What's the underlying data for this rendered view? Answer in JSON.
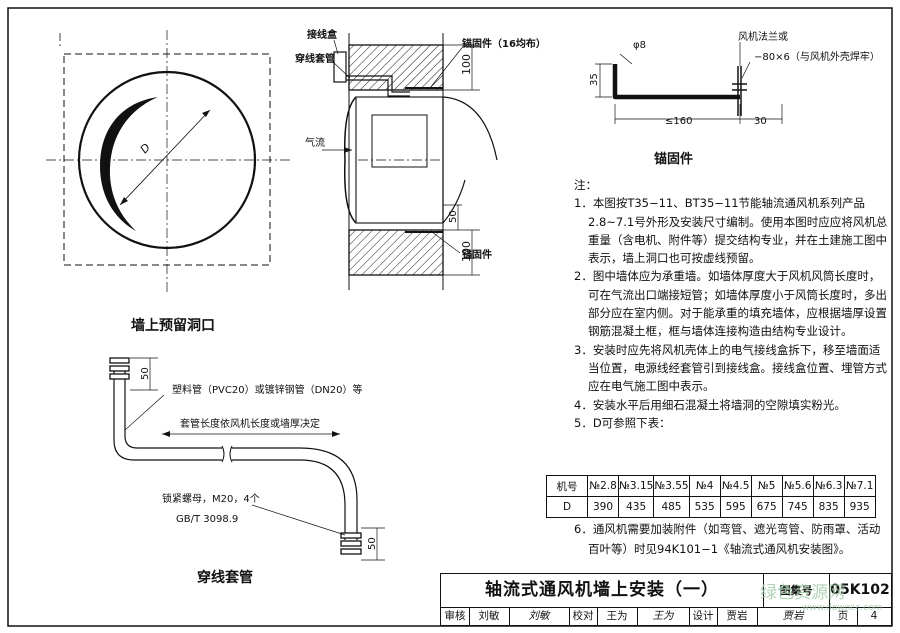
{
  "labels": {
    "opening_title": "墙上预留洞口",
    "conduit_title": "穿线套管",
    "anchor_title": "锚固件",
    "junction_box": "接线盒",
    "threading_sleeve": "穿线套管",
    "anchor_part_16": "锚固件（16均布）",
    "airflow": "气流",
    "anchor_part": "锚固件",
    "diameter_label": "D",
    "dim_100a": "100",
    "dim_100b": "100",
    "dim_50a": "50",
    "dim_phi8": "φ8",
    "dim_35": "35",
    "dim_160": "≤160",
    "dim_30": "30",
    "fan_flange": "风机法兰或",
    "flat_steel": "−80×6（与风机外壳焊牢）",
    "pipe_note": "塑料管（PVC20）或镀锌钢管（DN20）等",
    "sleeve_length": "套管长度依风机长度或墙厚决定",
    "locknut": "锁紧螺母，M20，4个",
    "locknut_std": "GB/T 3098.9",
    "dim_50_top": "50",
    "dim_50_bottom": "50"
  },
  "notes": {
    "heading": "注：",
    "n1": [
      "1．本图按T35−11、BT35−11节能轴流通风机系列产品",
      "2.8~7.1号外形及安装尺寸编制。使用本图时应应将风机总",
      "重量（含电机、附件等）提交结构专业，并在土建施工图中",
      "表示，墙上洞口也可按虚线预留。"
    ],
    "n2": [
      "2．图中墙体应为承重墙。如墙体厚度大于风机风筒长度时，",
      "可在气流出口端接短管；如墙体厚度小于风筒长度时，多出",
      "部分应在室内侧。对于能承重的填充墙体，应根据墙厚设置",
      "钢筋混凝土框，框与墙体连接构造由结构专业设计。"
    ],
    "n3": [
      "3．安装时应先将风机壳体上的电气接线盒拆下，移至墙面适",
      "当位置，电源线经套管引到接线盒。接线盒位置、埋管方式",
      "应在电气施工图中表示。"
    ],
    "n4": "4．安装水平后用细石混凝土将墙洞的空隙填实粉光。",
    "n5": "5．D可参照下表：",
    "n6": [
      "6．通风机需要加装附件（如弯管、遮光弯管、防雨罩、活动",
      "百叶等）时见94K101−1《轴流式通风机安装图》。"
    ]
  },
  "d_table": {
    "headers": [
      "机号",
      "№2.8",
      "№3.15",
      "№3.55",
      "№4",
      "№4.5",
      "№5",
      "№5.6",
      "№6.3",
      "№7.1"
    ],
    "row": [
      "D",
      "390",
      "435",
      "485",
      "535",
      "595",
      "675",
      "745",
      "835",
      "935"
    ]
  },
  "title_block": {
    "title": "轴流式通风机墙上安装（一）",
    "atlas_label": "图集号",
    "atlas_no": "05K102",
    "review_label": "审核",
    "reviewer": "刘敏",
    "check_label": "校对",
    "checker": "王为",
    "design_label": "设计",
    "designer": "贾岩",
    "page_label": "页",
    "page_no": "4"
  },
  "watermark": {
    "text": "绿色资源网",
    "url": "www.downcc.com"
  }
}
